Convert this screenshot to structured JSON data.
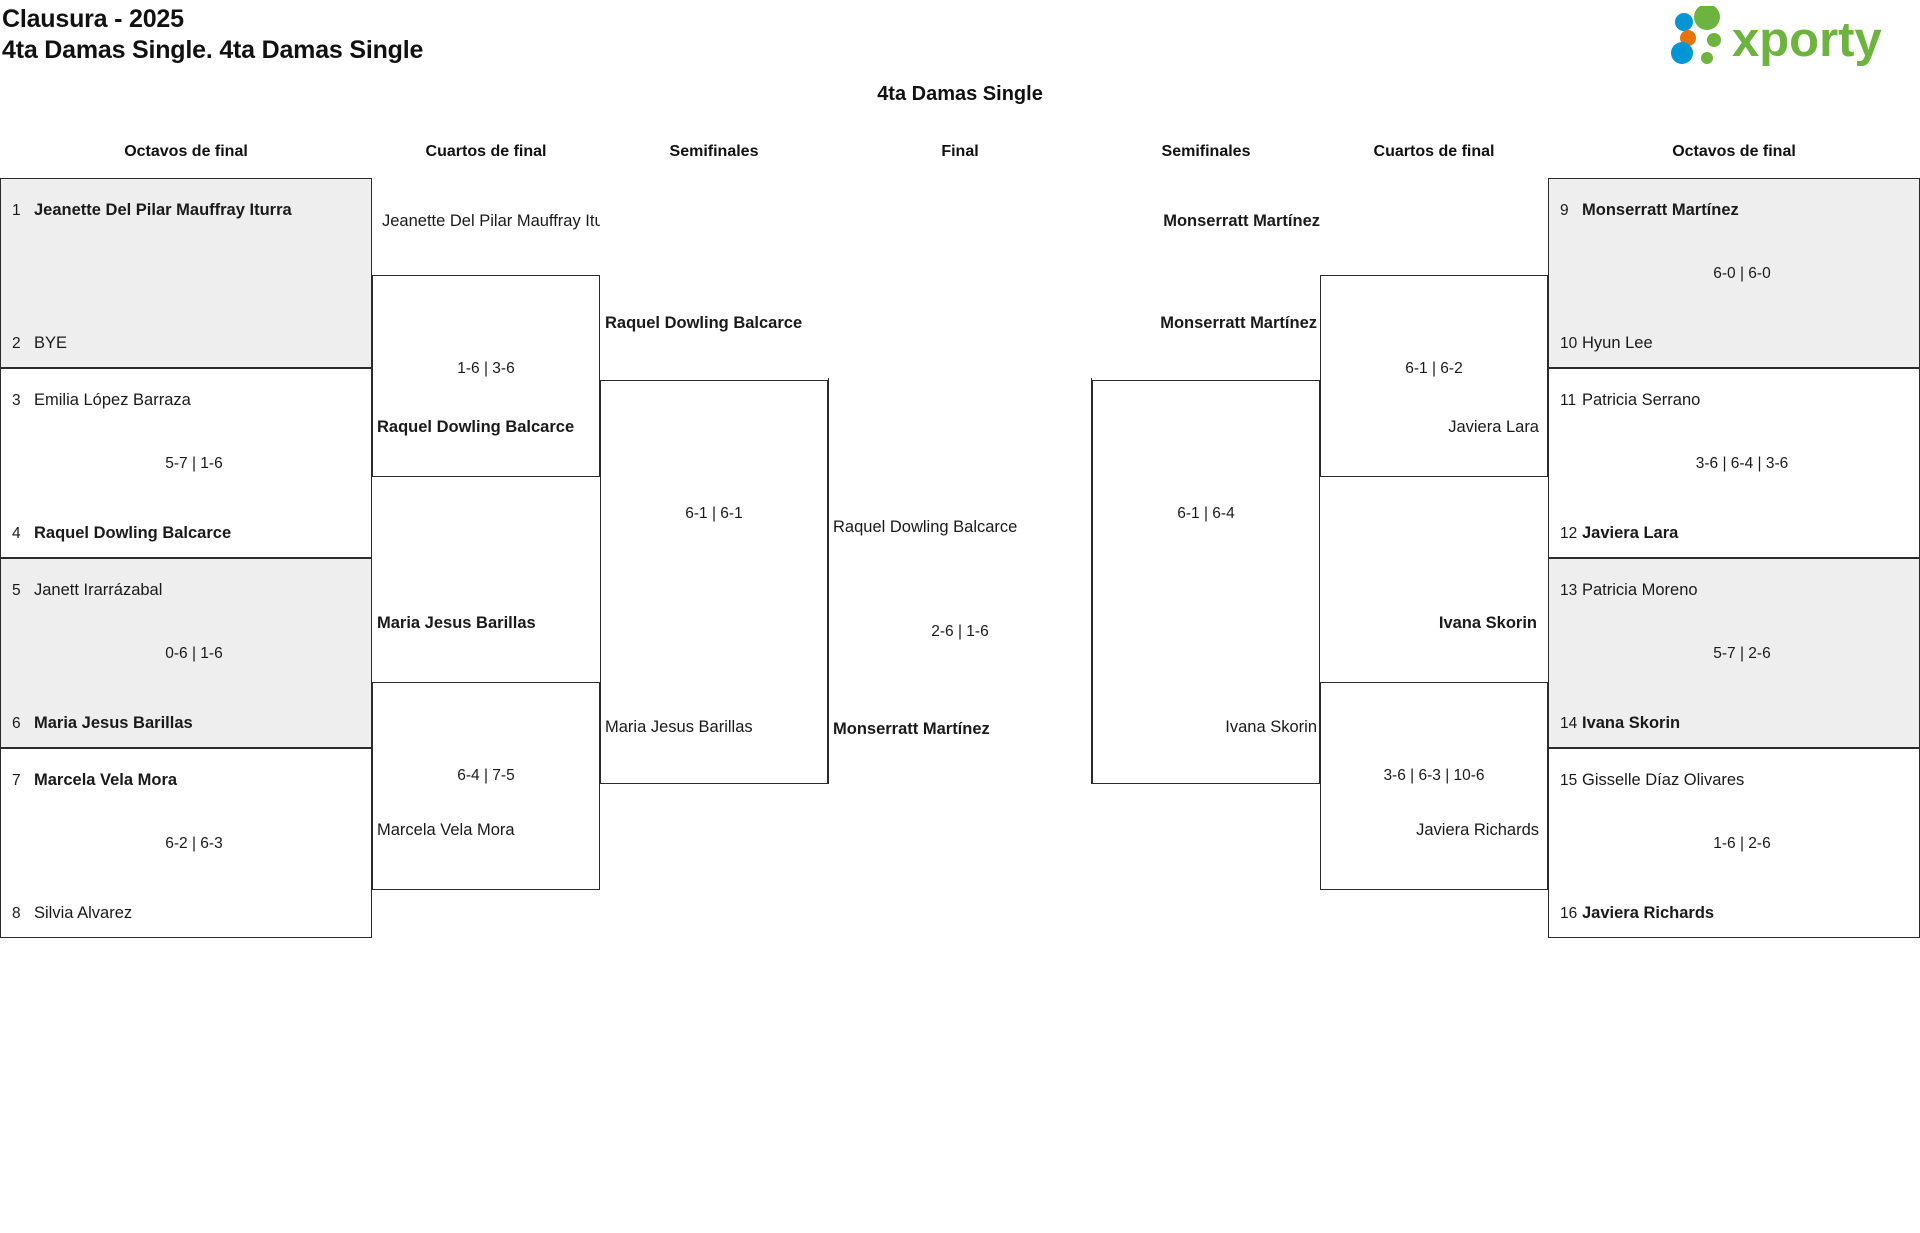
{
  "header": {
    "line1": "Clausura - 2025",
    "line2": "4ta Damas Single. 4ta Damas Single"
  },
  "logo": {
    "text": "xporty",
    "colors": {
      "green": "#6cb33f",
      "blue": "#0096d6",
      "orange": "#e8730c"
    }
  },
  "bracket_title": "4ta Damas Single",
  "round_headers": {
    "left": [
      "Octavos de final",
      "Cuartos de final",
      "Semifinales"
    ],
    "center": "Final",
    "right": [
      "Semifinales",
      "Cuartos de final",
      "Octavos de final"
    ]
  },
  "left": {
    "round1": [
      {
        "shaded": true,
        "top": {
          "seed": "1",
          "name": "Jeanette Del Pilar Mauffray Iturra",
          "winner": true
        },
        "bottom": {
          "seed": "2",
          "name": "BYE",
          "winner": false
        },
        "score": ""
      },
      {
        "shaded": false,
        "top": {
          "seed": "3",
          "name": "Emilia López Barraza",
          "winner": false
        },
        "bottom": {
          "seed": "4",
          "name": "Raquel Dowling Balcarce",
          "winner": true
        },
        "score": "5-7 | 1-6"
      },
      {
        "shaded": true,
        "top": {
          "seed": "5",
          "name": "Janett Irarrázabal",
          "winner": false
        },
        "bottom": {
          "seed": "6",
          "name": "Maria Jesus Barillas",
          "winner": true
        },
        "score": "0-6 | 1-6"
      },
      {
        "shaded": false,
        "top": {
          "seed": "7",
          "name": "Marcela Vela Mora",
          "winner": true
        },
        "bottom": {
          "seed": "8",
          "name": "Silvia Alvarez",
          "winner": false
        },
        "score": "6-2 | 6-3"
      }
    ],
    "quarters": [
      {
        "top_name": "Jeanette Del Pilar Mauffray Iturra",
        "top_winner": false,
        "bottom_name": "Raquel Dowling Balcarce",
        "bottom_winner": true,
        "score": "1-6 | 3-6"
      },
      {
        "top_name": "Maria Jesus Barillas",
        "top_winner": true,
        "bottom_name": "Marcela Vela Mora",
        "bottom_winner": false,
        "score": "6-4 | 7-5"
      }
    ],
    "semi": {
      "top_name": "Raquel Dowling Balcarce",
      "top_winner": true,
      "bottom_name": "Maria Jesus Barillas",
      "bottom_winner": false,
      "score": "6-1 | 6-1"
    }
  },
  "final": {
    "top_name": "Raquel Dowling Balcarce",
    "top_winner": false,
    "bottom_name": "Monserratt Martínez",
    "bottom_winner": true,
    "score": "2-6 | 1-6"
  },
  "right": {
    "round1": [
      {
        "shaded": true,
        "top": {
          "seed": "9",
          "name": "Monserratt Martínez",
          "winner": true
        },
        "bottom": {
          "seed": "10",
          "name": "Hyun Lee",
          "winner": false
        },
        "score": "6-0 | 6-0"
      },
      {
        "shaded": false,
        "top": {
          "seed": "11",
          "name": "Patricia Serrano",
          "winner": false
        },
        "bottom": {
          "seed": "12",
          "name": "Javiera Lara",
          "winner": true
        },
        "score": "3-6 | 6-4 | 3-6"
      },
      {
        "shaded": true,
        "top": {
          "seed": "13",
          "name": "Patricia Moreno",
          "winner": false
        },
        "bottom": {
          "seed": "14",
          "name": "Ivana Skorin",
          "winner": true
        },
        "score": "5-7 | 2-6"
      },
      {
        "shaded": false,
        "top": {
          "seed": "15",
          "name": "Gisselle Díaz Olivares",
          "winner": false
        },
        "bottom": {
          "seed": "16",
          "name": "Javiera Richards",
          "winner": true
        },
        "score": "1-6 | 2-6"
      }
    ],
    "quarters": [
      {
        "top_name": "Monserratt Martínez",
        "top_winner": true,
        "bottom_name": "Javiera Lara",
        "bottom_winner": false,
        "score": "6-1 | 6-2"
      },
      {
        "top_name": "Ivana Skorin",
        "top_winner": true,
        "bottom_name": "Javiera Richards",
        "bottom_winner": false,
        "score": "3-6 | 6-3 | 10-6"
      }
    ],
    "semi": {
      "top_name": "Monserratt Martínez",
      "top_winner": true,
      "bottom_name": "Ivana Skorin",
      "bottom_winner": false,
      "score": "6-1 | 6-4"
    }
  }
}
